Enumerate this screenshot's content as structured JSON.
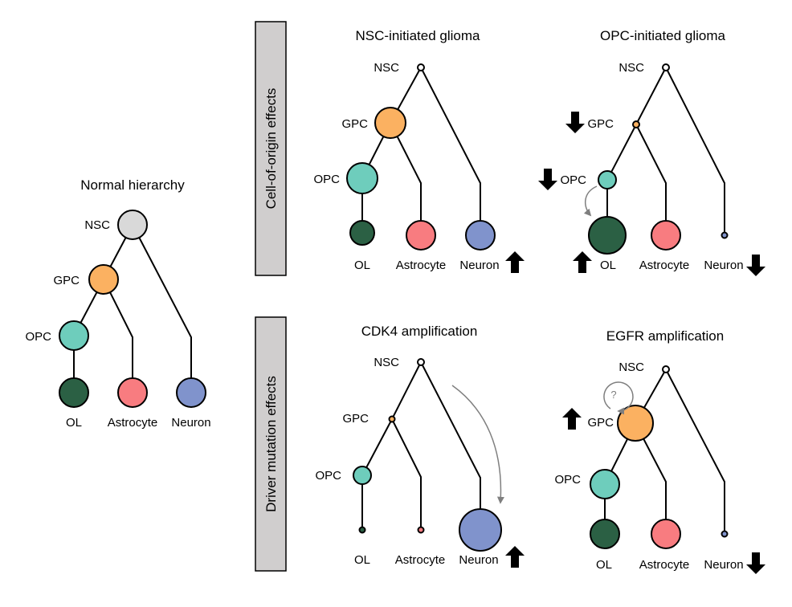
{
  "colors": {
    "NSC": "#d9d9d9",
    "GPC": "#fbb161",
    "OPC": "#6ecdbc",
    "OL": "#2b6044",
    "Astrocyte": "#f87c80",
    "Neuron": "#8093cc",
    "small_nsc": "#ffffff",
    "side_box_fill": "#d0cece",
    "curve_arrow": "#7f7f7f"
  },
  "side_labels": {
    "top": "Cell-of-origin effects",
    "bottom": "Driver mutation effects"
  },
  "panels": {
    "normal": {
      "title": "Normal hierarchy",
      "labels": {
        "nsc": "NSC",
        "gpc": "GPC",
        "opc": "OPC",
        "ol": "OL",
        "astro": "Astrocyte",
        "neuron": "Neuron"
      }
    },
    "nsc_glioma": {
      "title": "NSC-initiated glioma",
      "labels": {
        "nsc": "NSC",
        "gpc": "GPC",
        "opc": "OPC",
        "ol": "OL",
        "astro": "Astrocyte",
        "neuron": "Neuron"
      },
      "changes": {
        "neuron": "up"
      }
    },
    "opc_glioma": {
      "title": "OPC-initiated glioma",
      "labels": {
        "nsc": "NSC",
        "gpc": "GPC",
        "opc": "OPC",
        "ol": "OL",
        "astro": "Astrocyte",
        "neuron": "Neuron"
      },
      "changes": {
        "gpc": "down",
        "opc": "down",
        "ol": "up",
        "neuron": "down"
      }
    },
    "cdk4": {
      "title": "CDK4 amplification",
      "labels": {
        "nsc": "NSC",
        "gpc": "GPC",
        "opc": "OPC",
        "ol": "OL",
        "astro": "Astrocyte",
        "neuron": "Neuron"
      },
      "changes": {
        "neuron": "up"
      }
    },
    "egfr": {
      "title": "EGFR amplification",
      "labels": {
        "nsc": "NSC",
        "gpc": "GPC",
        "opc": "OPC",
        "ol": "OL",
        "astro": "Astrocyte",
        "neuron": "Neuron"
      },
      "changes": {
        "gpc": "up",
        "neuron": "down"
      },
      "self_renewal_mark": "?"
    }
  }
}
